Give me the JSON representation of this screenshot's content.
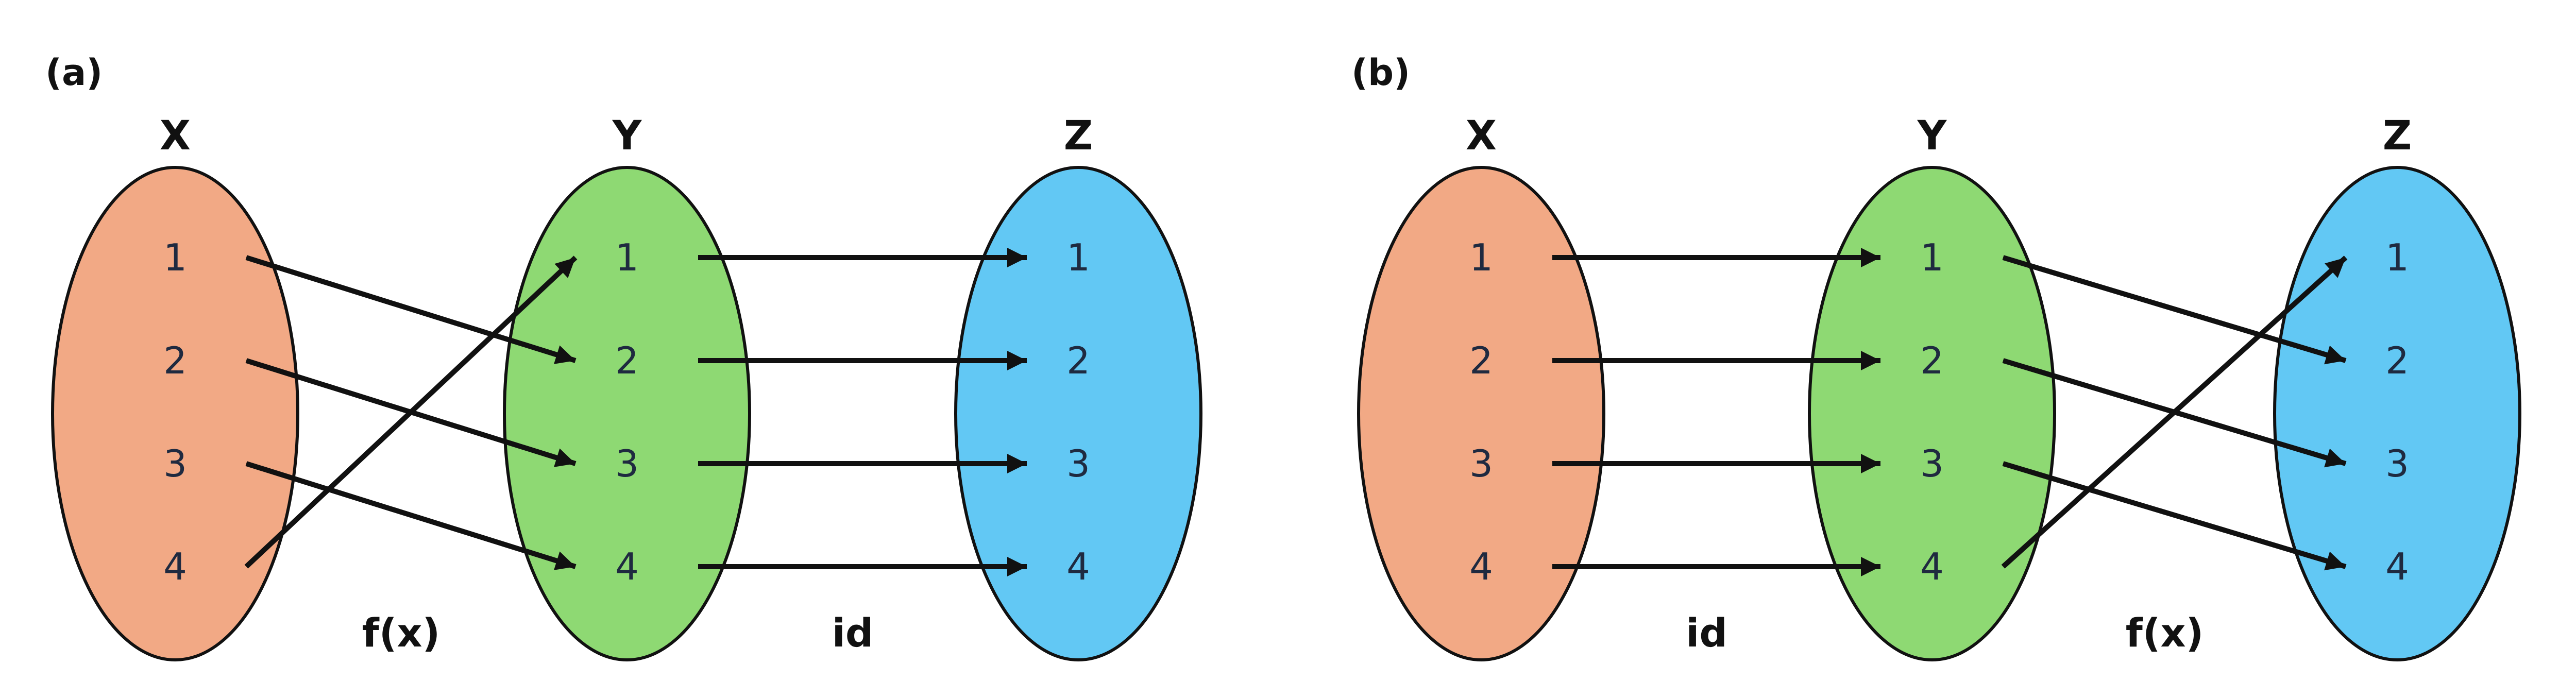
{
  "colors": {
    "X": "#f2a985",
    "Y": "#8ed973",
    "Z": "#62c8f4",
    "stroke": "#111111"
  },
  "panels": [
    {
      "label": "(a)",
      "sets": [
        {
          "name": "X",
          "elements": [
            "1",
            "2",
            "3",
            "4"
          ]
        },
        {
          "name": "Y",
          "elements": [
            "1",
            "2",
            "3",
            "4"
          ]
        },
        {
          "name": "Z",
          "elements": [
            "1",
            "2",
            "3",
            "4"
          ]
        }
      ],
      "maps": [
        {
          "label": "f(x)",
          "from_set": "X",
          "to_set": "Y",
          "pairs": [
            [
              "1",
              "2"
            ],
            [
              "2",
              "3"
            ],
            [
              "3",
              "4"
            ],
            [
              "4",
              "1"
            ]
          ]
        },
        {
          "label": "id",
          "from_set": "Y",
          "to_set": "Z",
          "pairs": [
            [
              "1",
              "1"
            ],
            [
              "2",
              "2"
            ],
            [
              "3",
              "3"
            ],
            [
              "4",
              "4"
            ]
          ]
        }
      ]
    },
    {
      "label": "(b)",
      "sets": [
        {
          "name": "X",
          "elements": [
            "1",
            "2",
            "3",
            "4"
          ]
        },
        {
          "name": "Y",
          "elements": [
            "1",
            "2",
            "3",
            "4"
          ]
        },
        {
          "name": "Z",
          "elements": [
            "1",
            "2",
            "3",
            "4"
          ]
        }
      ],
      "maps": [
        {
          "label": "id",
          "from_set": "X",
          "to_set": "Y",
          "pairs": [
            [
              "1",
              "1"
            ],
            [
              "2",
              "2"
            ],
            [
              "3",
              "3"
            ],
            [
              "4",
              "4"
            ]
          ]
        },
        {
          "label": "f(x)",
          "from_set": "Y",
          "to_set": "Z",
          "pairs": [
            [
              "1",
              "2"
            ],
            [
              "2",
              "3"
            ],
            [
              "3",
              "4"
            ],
            [
              "4",
              "1"
            ]
          ]
        }
      ]
    }
  ]
}
